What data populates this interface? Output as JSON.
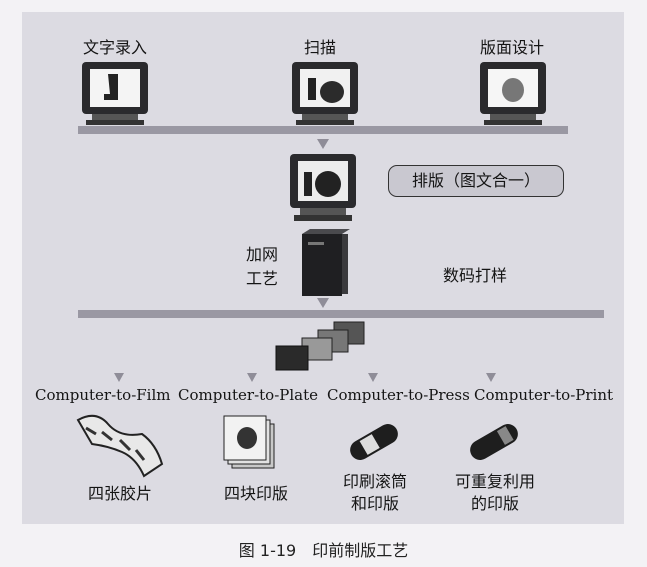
{
  "top_row": [
    {
      "label": "文字录入",
      "icon": "monitor-text-icon"
    },
    {
      "label": "扫描",
      "icon": "monitor-scan-icon"
    },
    {
      "label": "版面设计",
      "icon": "monitor-design-icon"
    }
  ],
  "middle": {
    "layout_label": "排版（图文合一）",
    "screening_label_line1": "加网",
    "screening_label_line2": "工艺",
    "proof_label": "数码打样"
  },
  "outputs": [
    {
      "label": "Computer-to-Film",
      "result_line1": "四张胶片",
      "result_line2": ""
    },
    {
      "label": "Computer-to-Plate",
      "result_line1": "四块印版",
      "result_line2": ""
    },
    {
      "label": "Computer-to-Press",
      "result_line1": "印刷滚筒",
      "result_line2": "和印版"
    },
    {
      "label": "Computer-to-Print",
      "result_line1": "可重复利用",
      "result_line2": "的印版"
    }
  ],
  "caption": "图 1-19　印前制版工艺",
  "colors": {
    "panel": "#dcdbe2",
    "bar": "#9a98a3",
    "arrow": "#8f8d98"
  }
}
